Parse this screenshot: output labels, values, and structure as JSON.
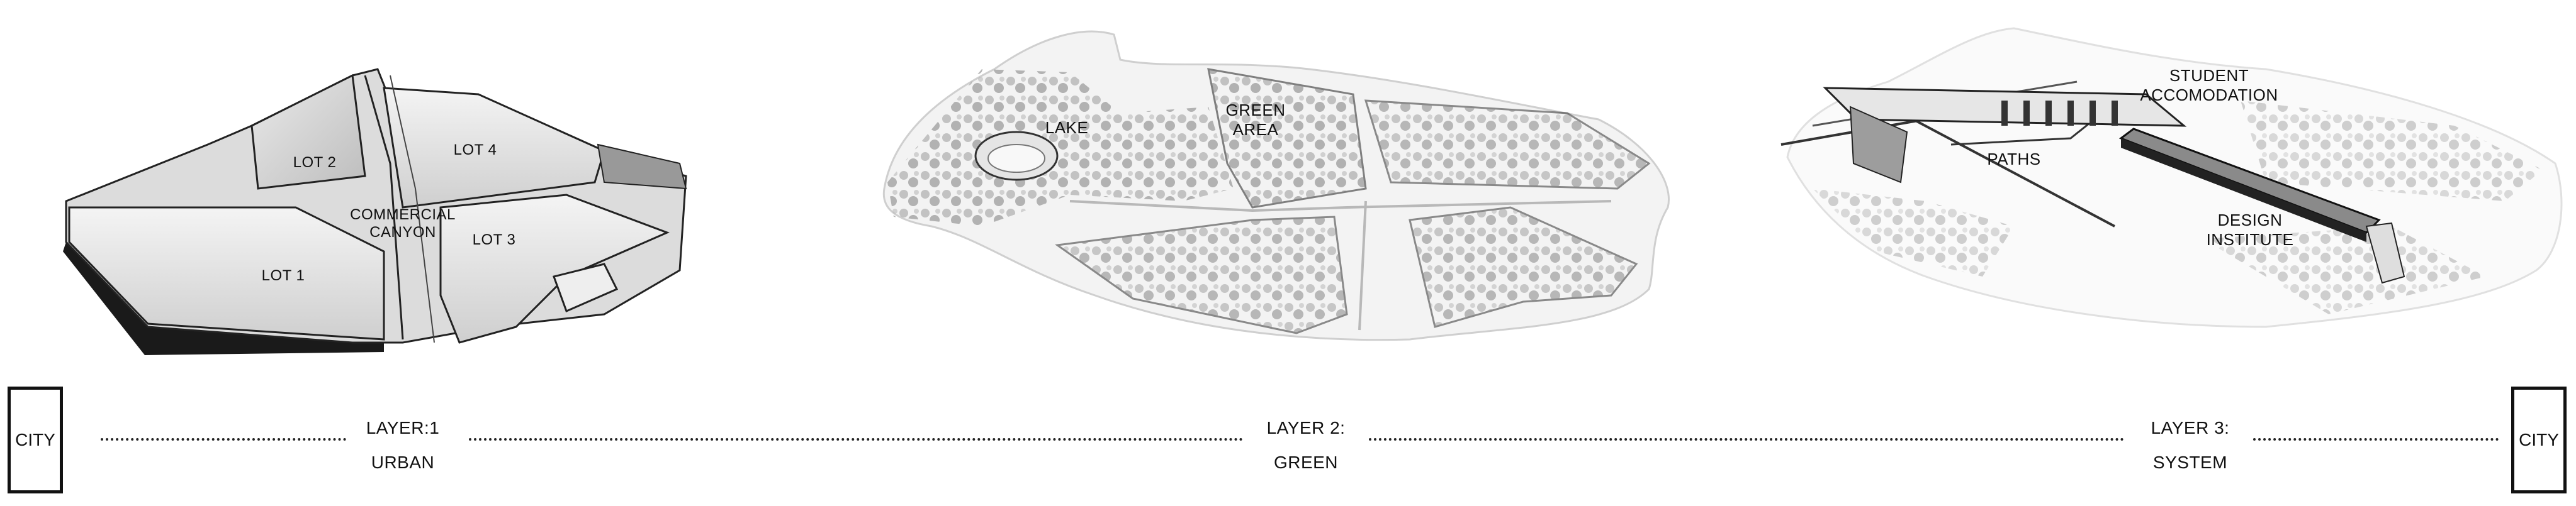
{
  "panels": {
    "urban": {
      "labels": {
        "lot1": "LOT 1",
        "lot2": "LOT 2",
        "lot3": "LOT 3",
        "lot4": "LOT 4",
        "canyon": "COMMERCIAL\nCANYON"
      }
    },
    "green": {
      "labels": {
        "lake": "LAKE",
        "green_area": "GREEN\nAREA"
      }
    },
    "system": {
      "labels": {
        "student": "STUDENT ACCOMODATION",
        "paths": "PATHS",
        "design": "DESIGN\nINSTITUTE"
      }
    }
  },
  "timeline": {
    "city_left": "CITY",
    "city_right": "CITY",
    "layer1_title": "LAYER:1",
    "layer1_sub": "URBAN",
    "layer2_title": "LAYER 2:",
    "layer2_sub": "GREEN",
    "layer3_title": "LAYER 3:",
    "layer3_sub": "SYSTEM"
  }
}
